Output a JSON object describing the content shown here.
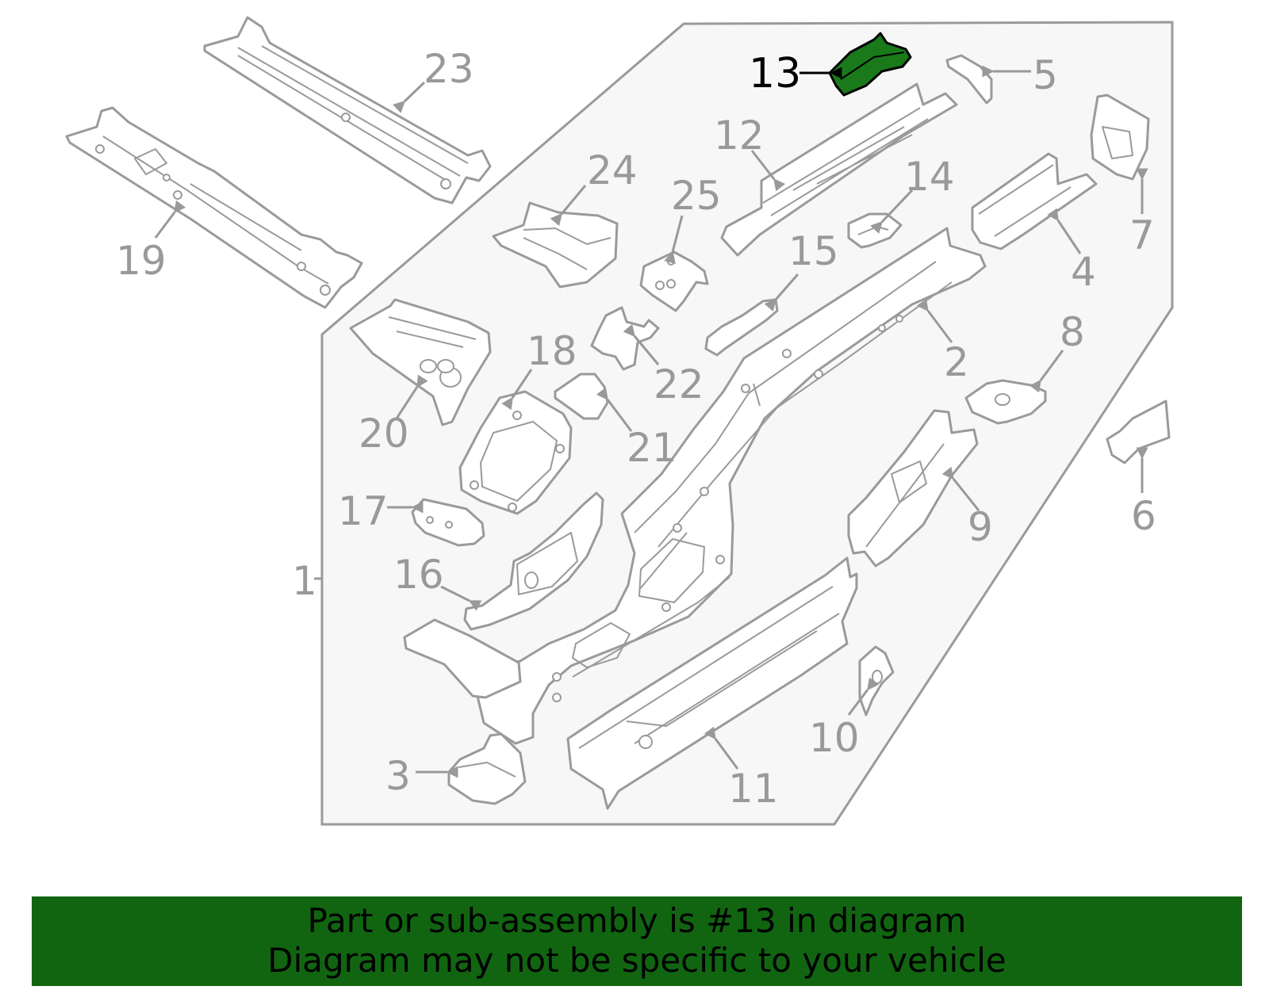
{
  "diagram": {
    "highlight_color": "#1a7a1a",
    "highlighted_part": "13",
    "callouts": {
      "c1": "1",
      "c2": "2",
      "c3": "3",
      "c4": "4",
      "c5": "5",
      "c6": "6",
      "c7": "7",
      "c8": "8",
      "c9": "9",
      "c10": "10",
      "c11": "11",
      "c12": "12",
      "c13": "13",
      "c14": "14",
      "c15": "15",
      "c16": "16",
      "c17": "17",
      "c18": "18",
      "c19": "19",
      "c20": "20",
      "c21": "21",
      "c22": "22",
      "c23": "23",
      "c24": "24",
      "c25": "25"
    }
  },
  "banner": {
    "line1": "Part or sub-assembly is #13 in diagram",
    "line2": "Diagram may not be specific to your vehicle",
    "background": "#116511"
  }
}
